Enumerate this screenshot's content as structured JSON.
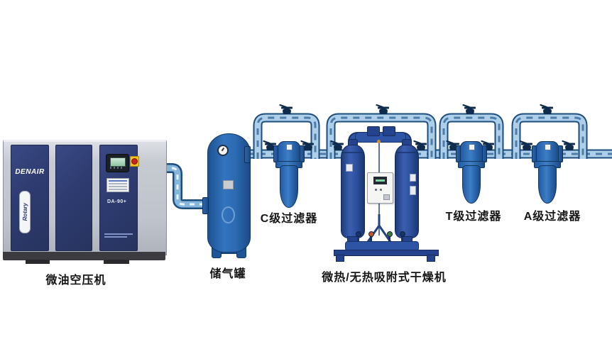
{
  "diagram": {
    "type": "compressed-air-system-flow-diagram",
    "background": "#ffffff"
  },
  "equipment": {
    "compressor": {
      "label": "微油空压机",
      "brand": "DENAIR",
      "badge": "Rotary",
      "model": "DA-90+"
    },
    "tank": {
      "label": "储气罐"
    },
    "filter_c": {
      "label": "C级过滤器"
    },
    "dryer": {
      "label": "微热/无热吸附式干燥机"
    },
    "filter_t": {
      "label": "T级过滤器"
    },
    "filter_a": {
      "label": "A级过滤器"
    }
  },
  "colors": {
    "pipe_fill": "#aecfe9",
    "pipe_outline": "#1c4d7d",
    "pipe_dash": "#4e7ca8",
    "compressor_panel_navy": "#2d3b70",
    "compressor_panel_gray": "#c6cad1",
    "tank_filter_blue": "#2c6ab2",
    "dryer_blue": "#2e55a5",
    "valve_icon": "#0e2a4d",
    "estop_red": "#cc2222",
    "estop_yellow": "#f0c419",
    "label_text": "#151515"
  }
}
